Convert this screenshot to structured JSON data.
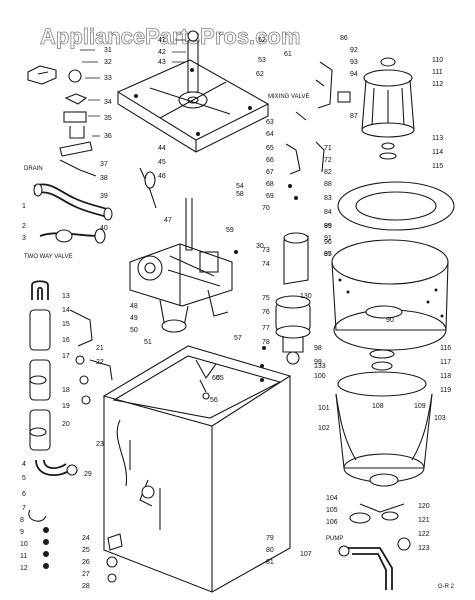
{
  "watermark": "AppliancePartsPros.com",
  "notes": {
    "drain": "DRAIN",
    "two_way_valve": "TWO WAY VALVE",
    "mixing_valve": "MIXING VALVE",
    "pump": "PUMP",
    "corner_code": "G-R 2"
  },
  "callouts": {
    "left_top": [
      "31",
      "32",
      "33",
      "34",
      "35",
      "36"
    ],
    "left_mid": [
      "37",
      "38",
      "39",
      "40"
    ],
    "left_hoses": [
      "13",
      "14",
      "15",
      "16",
      "17",
      "18",
      "19",
      "20",
      "21",
      "22",
      "23"
    ],
    "left_bottom": [
      "8",
      "9",
      "10",
      "11",
      "12",
      "24",
      "25",
      "26",
      "27",
      "28"
    ],
    "center_top": [
      "41",
      "42",
      "43",
      "44",
      "45",
      "46",
      "47",
      "48"
    ],
    "center_mid": [
      "49",
      "50",
      "51",
      "52",
      "53",
      "54",
      "55",
      "56",
      "57",
      "58",
      "59",
      "60"
    ],
    "right_top": [
      "61",
      "62",
      "63",
      "64",
      "65",
      "66",
      "67",
      "68",
      "69",
      "70",
      "71",
      "72"
    ],
    "right_mid": [
      "73",
      "74",
      "75",
      "76",
      "77",
      "78",
      "79",
      "80",
      "81",
      "82"
    ],
    "tub_labels": [
      "83",
      "84",
      "85",
      "86",
      "87",
      "88",
      "89",
      "90",
      "91",
      "92",
      "93",
      "94",
      "95",
      "96",
      "97",
      "98",
      "99",
      "100"
    ],
    "basket_labels": [
      "101",
      "102",
      "103",
      "104",
      "105",
      "106",
      "107",
      "108",
      "109",
      "110",
      "111",
      "112",
      "113",
      "114",
      "115",
      "116",
      "117",
      "118",
      "119",
      "120",
      "121",
      "122",
      "123"
    ],
    "cabinet_labels": [
      "1",
      "2",
      "3",
      "4",
      "5",
      "6",
      "7",
      "29",
      "30",
      "130",
      "133"
    ]
  }
}
